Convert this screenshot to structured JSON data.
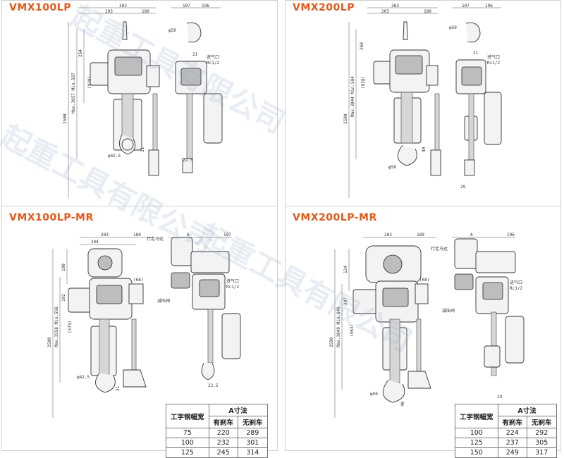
{
  "panels": [
    {
      "title": "VMX100LP",
      "dims": {
        "top_total": "303",
        "top_a": "203",
        "top_b": "180",
        "side_a": "107",
        "side_b": "196",
        "v1": "2500",
        "v2": "Max.3057 Min.587",
        "v3": "(938)",
        "v4": "254",
        "phi_top": "φ50",
        "phi_bot": "φ42.5",
        "r": "21",
        "bottom": "22.5",
        "small": "31"
      },
      "labels": {
        "air_inlet": "进气口",
        "rc": "Rc1/2"
      }
    },
    {
      "title": "VMX200LP",
      "dims": {
        "top_total": "383",
        "top_a": "203",
        "top_b": "180",
        "side_a": "107",
        "side_b": "196",
        "v1": "2500",
        "v2": "Max.3044 Min.584",
        "v3": "(928)",
        "v4": "269",
        "phi_top": "φ50",
        "phi_bot": "φ58",
        "r": "21",
        "bottom": "29",
        "small": "40"
      },
      "labels": {
        "air_inlet": "进气口",
        "rc": "Rc1/2"
      }
    },
    {
      "title": "VMX100LP-MR",
      "dims": {
        "top_a": "203",
        "top_b": "180",
        "side_a": "A",
        "side_b": "197",
        "w": "244",
        "h1": "100",
        "h2": "192",
        "v1": "2500",
        "v2": "Max.3558 Min.556",
        "v3": "(579)",
        "p68": "(68)",
        "phi_bot": "φ42.5",
        "bottom": "22.5",
        "small": "31"
      },
      "labels": {
        "trolley": "行走马达",
        "air_inlet": "进气口",
        "rc": "Rc1/2",
        "valve": "减压阀"
      }
    },
    {
      "title": "VMX200LP-MR",
      "dims": {
        "top_a": "203",
        "top_b": "180",
        "side_a": "A",
        "side_b": "196",
        "h1": "124",
        "h2": "207",
        "v1": "2500",
        "v2": "Max.3049 Min.649",
        "v3": "(563)",
        "p68": "(68)",
        "phi_bot": "φ50",
        "bottom": "29",
        "small": "40"
      },
      "labels": {
        "trolley": "行走马达",
        "air_inlet": "进气口",
        "rc": "Rc1/2",
        "valve": "减压阀"
      }
    }
  ],
  "table1": {
    "head1": "工字钢幅宽",
    "head2": "A寸法",
    "sub1": "有刹车",
    "sub2": "无刹车",
    "rows": [
      [
        "75",
        "220",
        "289"
      ],
      [
        "100",
        "232",
        "301"
      ],
      [
        "125",
        "245",
        "314"
      ]
    ]
  },
  "table2": {
    "head1": "工字钢幅宽",
    "head2": "A寸法",
    "sub1": "有刹车",
    "sub2": "无刹车",
    "rows": [
      [
        "100",
        "224",
        "292"
      ],
      [
        "125",
        "237",
        "305"
      ],
      [
        "150",
        "249",
        "317"
      ]
    ]
  },
  "watermark": [
    "起重工具有限公司",
    "起重工具有限公司",
    "起重工具有限公司"
  ]
}
